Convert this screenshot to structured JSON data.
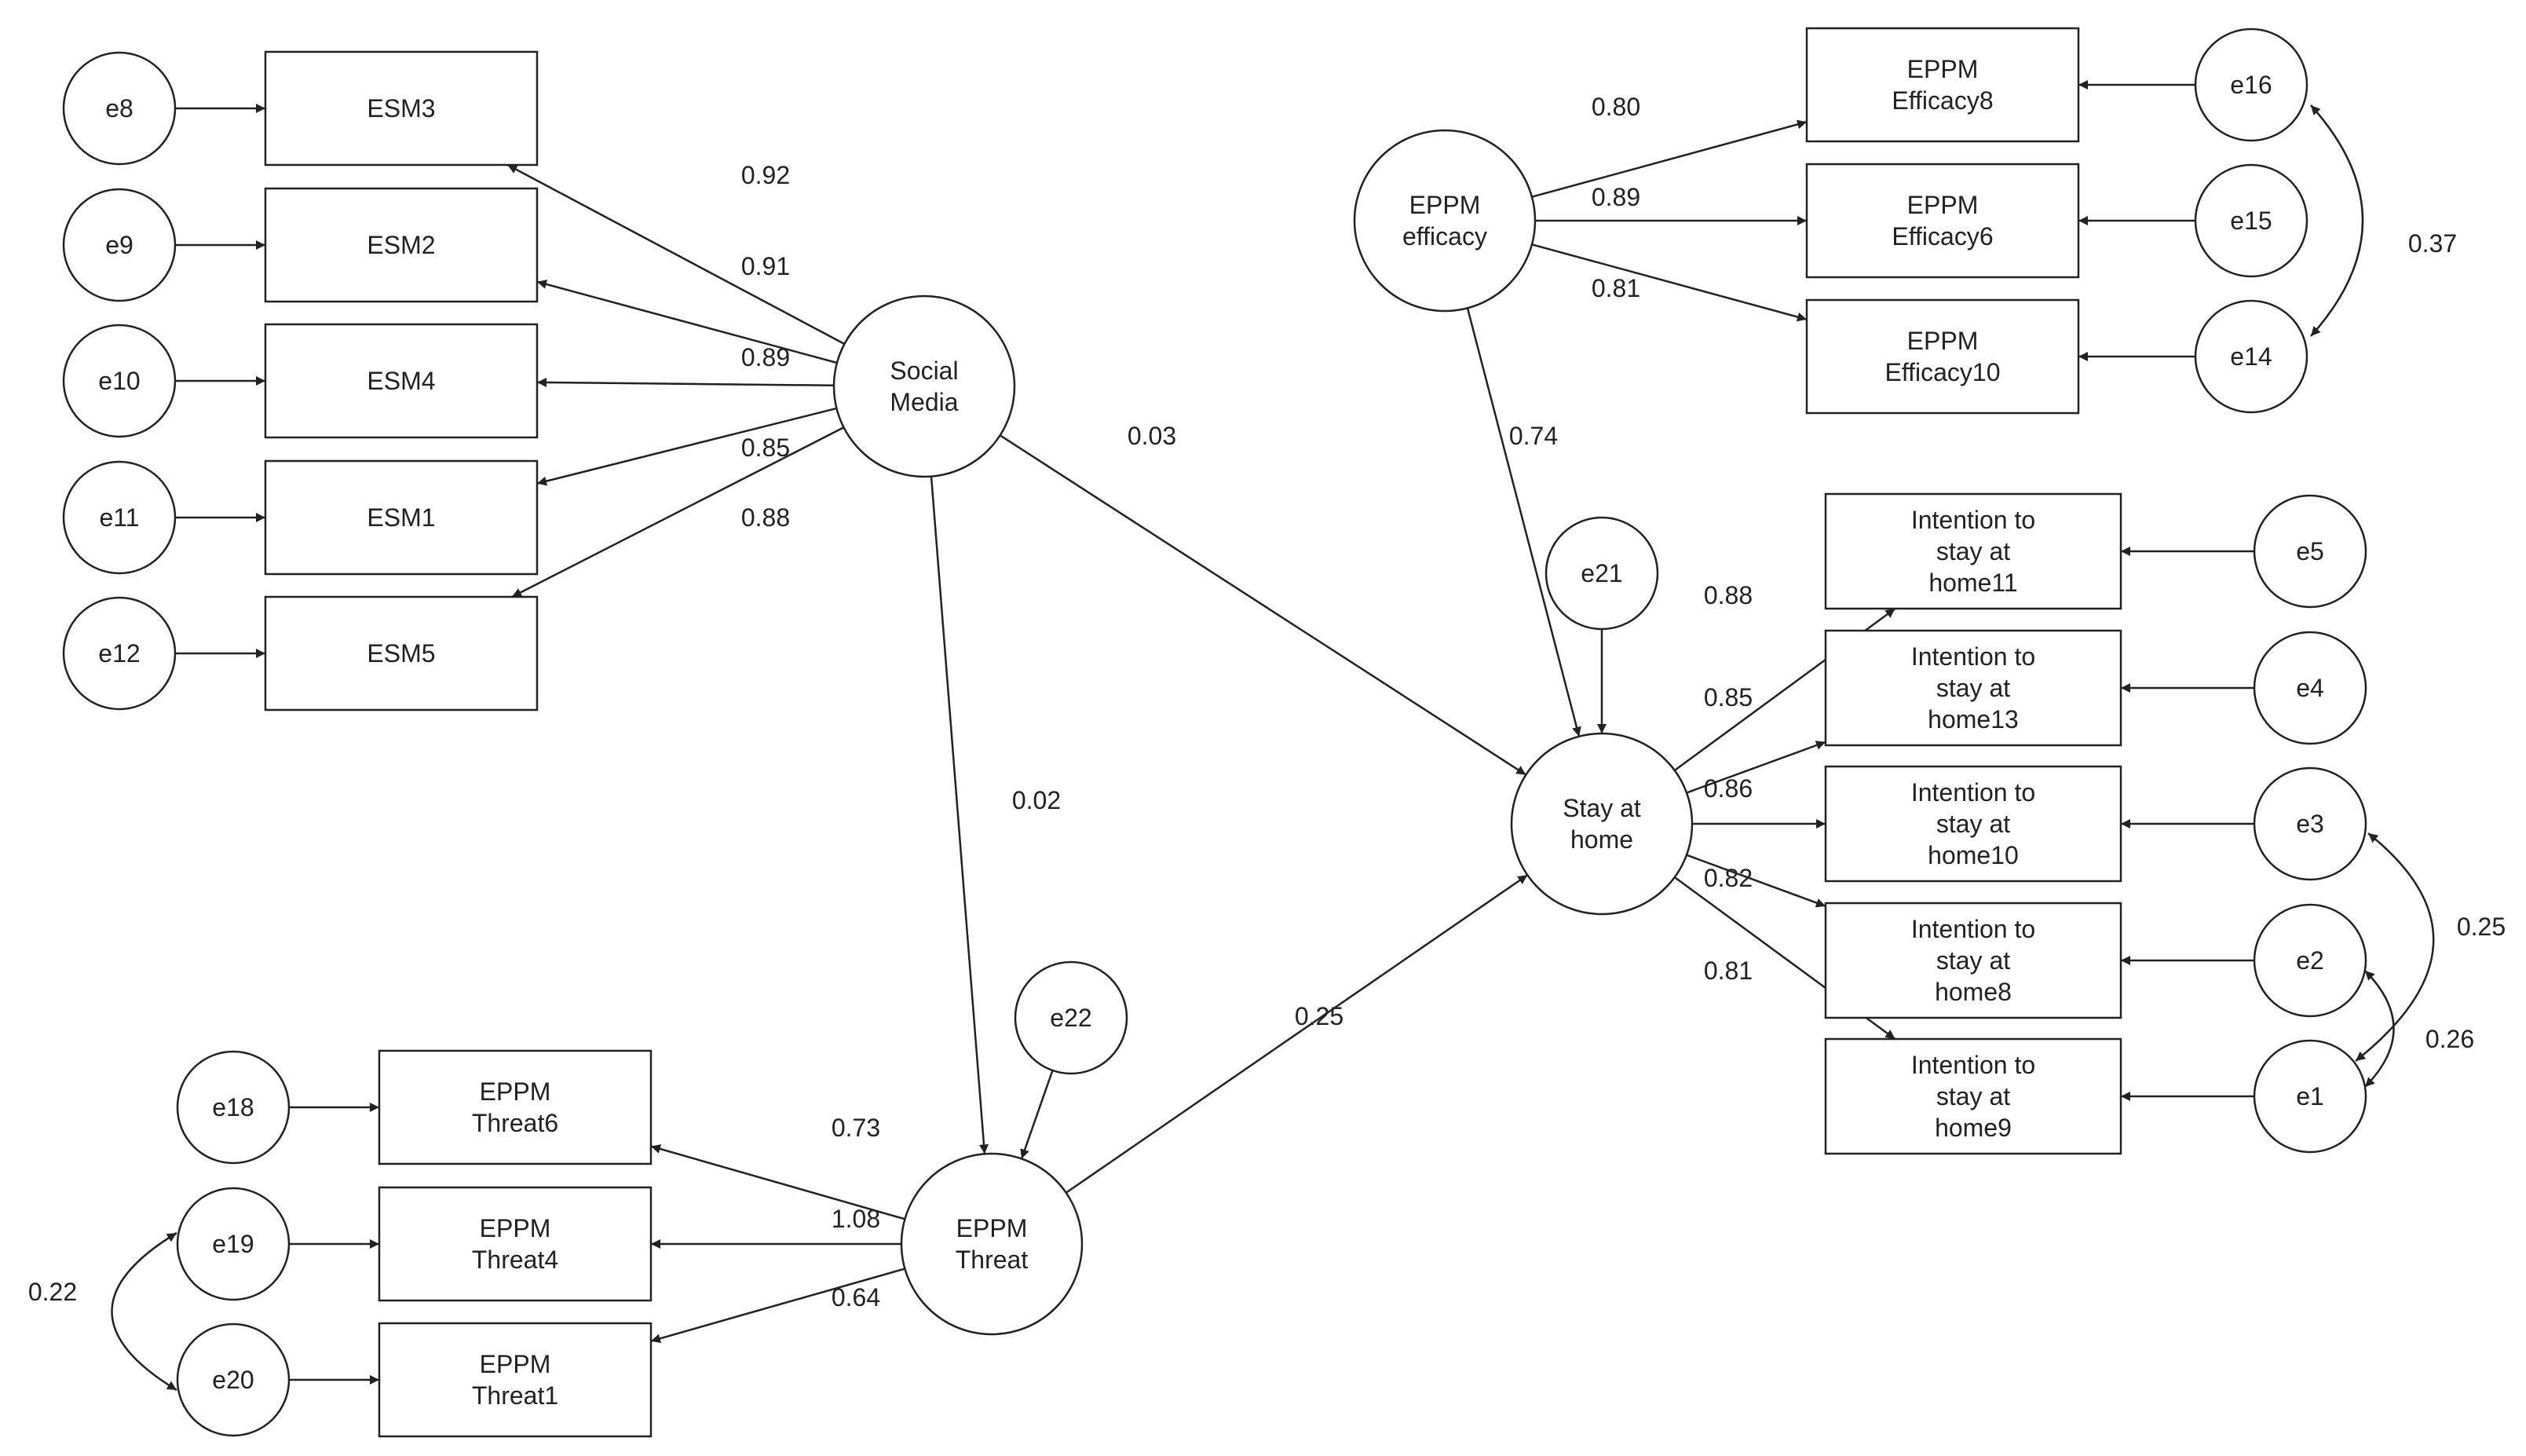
{
  "diagram": {
    "colors": {
      "line": "#222222",
      "background": "#ffffff"
    },
    "latent_variables": [
      {
        "id": "SM",
        "label": "Social\nMedia"
      },
      {
        "id": "EF",
        "label": "EPPM\nefficacy"
      },
      {
        "id": "SH",
        "label": "Stay at\nhome"
      },
      {
        "id": "TH",
        "label": "EPPM\nThreat"
      }
    ],
    "observed_variables": [
      {
        "id": "ESM3",
        "label": "ESM3"
      },
      {
        "id": "ESM2",
        "label": "ESM2"
      },
      {
        "id": "ESM4",
        "label": "ESM4"
      },
      {
        "id": "ESM1",
        "label": "ESM1"
      },
      {
        "id": "ESM5",
        "label": "ESM5"
      },
      {
        "id": "EF8",
        "label": "EPPM\nEfficacy8"
      },
      {
        "id": "EF6",
        "label": "EPPM\nEfficacy6"
      },
      {
        "id": "EF10",
        "label": "EPPM\nEfficacy10"
      },
      {
        "id": "IS11",
        "label": "Intention to\nstay at\nhome11"
      },
      {
        "id": "IS13",
        "label": "Intention to\nstay at\nhome13"
      },
      {
        "id": "IS10",
        "label": "Intention to\nstay at\nhome10"
      },
      {
        "id": "IS8",
        "label": "Intention to\nstay at\nhome8"
      },
      {
        "id": "IS9",
        "label": "Intention to\nstay at\nhome9"
      },
      {
        "id": "T6",
        "label": "EPPM\nThreat6"
      },
      {
        "id": "T4",
        "label": "EPPM\nThreat4"
      },
      {
        "id": "T1",
        "label": "EPPM\nThreat1"
      }
    ],
    "error_terms": [
      {
        "id": "e8",
        "label": "e8"
      },
      {
        "id": "e9",
        "label": "e9"
      },
      {
        "id": "e10",
        "label": "e10"
      },
      {
        "id": "e11",
        "label": "e11"
      },
      {
        "id": "e12",
        "label": "e12"
      },
      {
        "id": "e16",
        "label": "e16"
      },
      {
        "id": "e15",
        "label": "e15"
      },
      {
        "id": "e14",
        "label": "e14"
      },
      {
        "id": "e21",
        "label": "e21"
      },
      {
        "id": "e5",
        "label": "e5"
      },
      {
        "id": "e4",
        "label": "e4"
      },
      {
        "id": "e3",
        "label": "e3"
      },
      {
        "id": "e2",
        "label": "e2"
      },
      {
        "id": "e1",
        "label": "e1"
      },
      {
        "id": "e22",
        "label": "e22"
      },
      {
        "id": "e18",
        "label": "e18"
      },
      {
        "id": "e19",
        "label": "e19"
      },
      {
        "id": "e20",
        "label": "e20"
      }
    ],
    "loadings": [
      {
        "from": "SM",
        "to": "ESM3",
        "value": "0.92"
      },
      {
        "from": "SM",
        "to": "ESM2",
        "value": "0.91"
      },
      {
        "from": "SM",
        "to": "ESM4",
        "value": "0.89"
      },
      {
        "from": "SM",
        "to": "ESM1",
        "value": "0.85"
      },
      {
        "from": "SM",
        "to": "ESM5",
        "value": "0.88"
      },
      {
        "from": "EF",
        "to": "EF8",
        "value": "0.80"
      },
      {
        "from": "EF",
        "to": "EF6",
        "value": "0.89"
      },
      {
        "from": "EF",
        "to": "EF10",
        "value": "0.81"
      },
      {
        "from": "SH",
        "to": "IS11",
        "value": "0.88"
      },
      {
        "from": "SH",
        "to": "IS13",
        "value": "0.85"
      },
      {
        "from": "SH",
        "to": "IS10",
        "value": "0.86"
      },
      {
        "from": "SH",
        "to": "IS8",
        "value": "0.82"
      },
      {
        "from": "SH",
        "to": "IS9",
        "value": "0.81"
      },
      {
        "from": "TH",
        "to": "T6",
        "value": "0.73"
      },
      {
        "from": "TH",
        "to": "T4",
        "value": "1.08"
      },
      {
        "from": "TH",
        "to": "T1",
        "value": "0.64"
      }
    ],
    "structural_paths": [
      {
        "from": "SM",
        "to": "SH",
        "value": "0.03"
      },
      {
        "from": "SM",
        "to": "TH",
        "value": "0.02"
      },
      {
        "from": "EF",
        "to": "SH",
        "value": "0.74"
      },
      {
        "from": "TH",
        "to": "SH",
        "value": "0.25"
      }
    ],
    "covariances": [
      {
        "between": [
          "e16",
          "e14"
        ],
        "value": "0.37"
      },
      {
        "between": [
          "e3",
          "e1"
        ],
        "value": "0.25"
      },
      {
        "between": [
          "e2",
          "e1"
        ],
        "value": "0.26"
      },
      {
        "between": [
          "e19",
          "e20"
        ],
        "value": "0.22"
      }
    ]
  }
}
